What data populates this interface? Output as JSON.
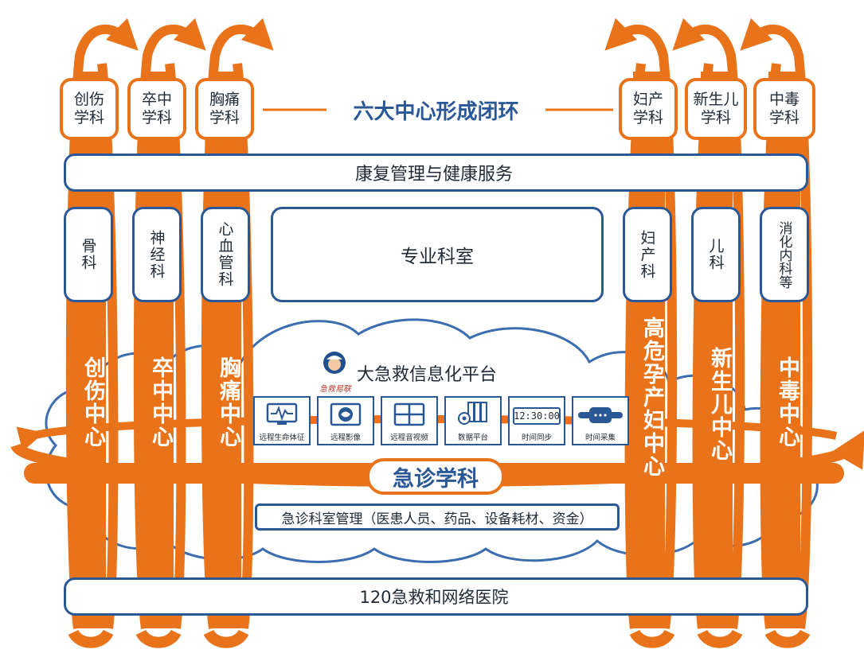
{
  "header": {
    "title": "六大中心形成闭环",
    "left_disciplines": [
      "创伤\n学科",
      "卒中\n学科",
      "胸痛\n学科"
    ],
    "right_disciplines": [
      "妇产\n学科",
      "新生儿\n学科",
      "中毒\n学科"
    ]
  },
  "rehab_bar": "康复管理与健康服务",
  "departments": {
    "left": [
      "骨科",
      "神经科",
      "心血管科"
    ],
    "center": "专业科室",
    "right": [
      "妇产科",
      "儿科",
      "消化内科等"
    ]
  },
  "centers": {
    "left": [
      "创伤中心",
      "卒中中心",
      "胸痛中心"
    ],
    "right": [
      "高危孕产妇中心",
      "新生儿中心",
      "中毒中心"
    ]
  },
  "platform": {
    "title": "大急救信息化平台",
    "logo_text": "急救易联",
    "modules": [
      {
        "label": "远程生命体征",
        "icon": "vital-signs-monitor-icon"
      },
      {
        "label": "远程影像",
        "icon": "brain-scan-icon"
      },
      {
        "label": "远程音视频",
        "icon": "video-grid-icon"
      },
      {
        "label": "数据平台",
        "icon": "server-database-icon"
      },
      {
        "label": "时间同步",
        "icon": "digital-clock-icon",
        "display": "12:30:00"
      },
      {
        "label": "时间采集",
        "icon": "wristband-icon"
      }
    ]
  },
  "emergency_label": "急诊学科",
  "management_bar": "急诊科室管理（医患人员、药品、设备耗材、资金）",
  "network_bar": "120急救和网络医院",
  "colors": {
    "orange": "#e8731a",
    "blue": "#2a5896",
    "cloud": "#3b6db0"
  }
}
